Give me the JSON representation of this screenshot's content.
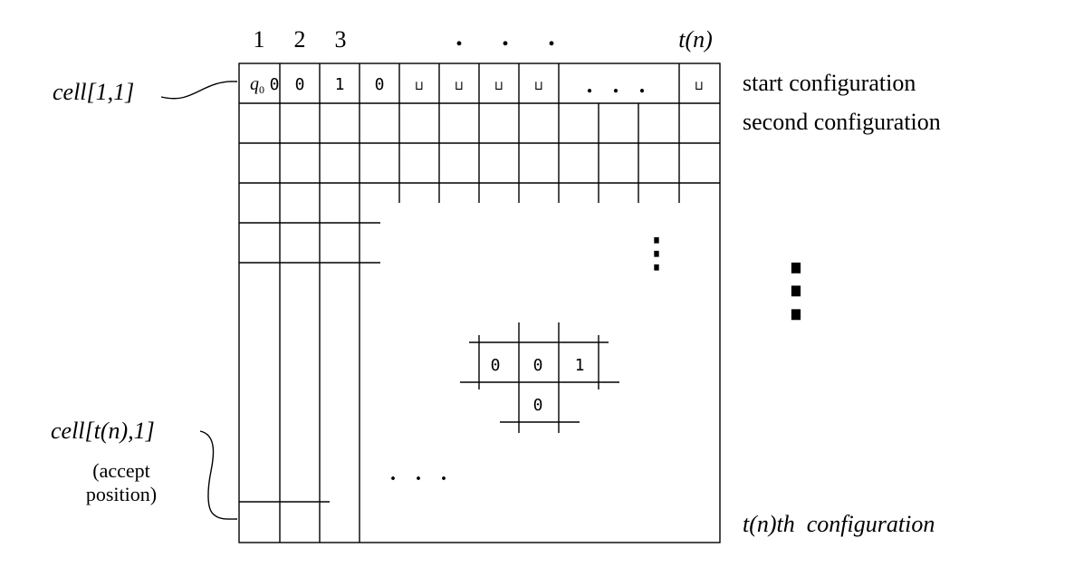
{
  "column_headers": {
    "col1": "1",
    "col2": "2",
    "col3": "3",
    "col_last": "t(n)",
    "col_ellipsis": ". . ."
  },
  "top_row_cells": [
    "q₀0",
    "0",
    "1",
    "0",
    "⊔",
    "⊔",
    "⊔",
    "⊔",
    ". . .",
    "⊔"
  ],
  "left_labels": {
    "cell_first": "cell[1,1]",
    "cell_last": "cell[t(n),1]",
    "accept_note_line1": "(accept",
    "accept_note_line2": "position)"
  },
  "right_labels": {
    "start": "start configuration",
    "second": "second configuration",
    "last": "t(n)th  configuration",
    "vertical_ellipsis": "⋮"
  },
  "window": {
    "top": [
      "0",
      "0",
      "1"
    ],
    "bottom": "0"
  },
  "bottom_ellipsis": ". . .",
  "inner_vertical_ellipsis": "⋮"
}
